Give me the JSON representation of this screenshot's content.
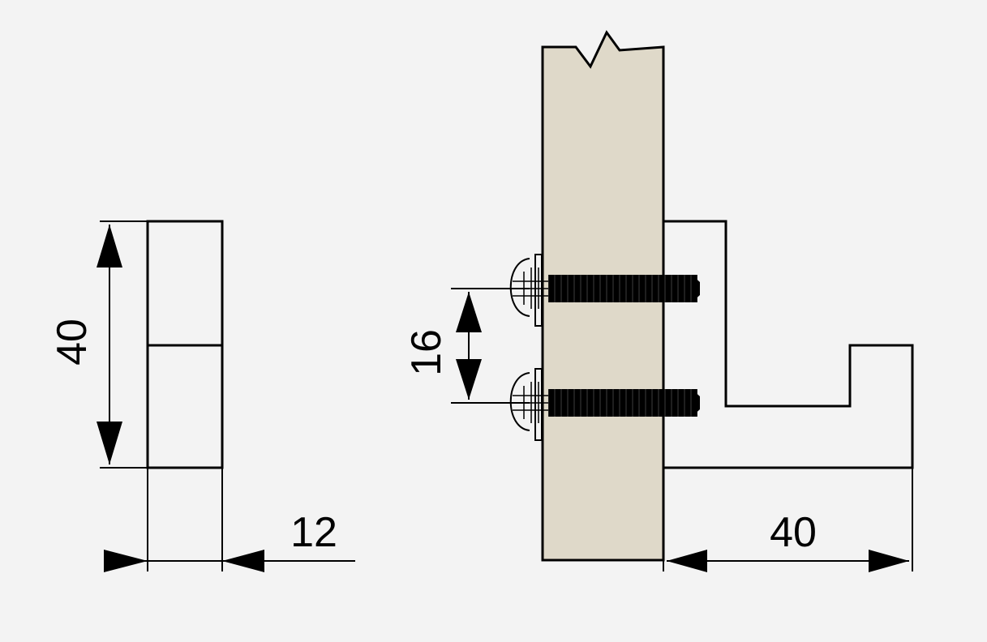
{
  "drawing": {
    "background": "#f3f3f3",
    "wood_color": "#dfd9c9",
    "line_color": "#000000",
    "dimensions": {
      "side_height": "40",
      "side_thickness": "12",
      "screw_spacing": "16",
      "projection": "40"
    },
    "icons": {
      "screw": "screw-icon",
      "arrow": "arrow-icon"
    }
  }
}
